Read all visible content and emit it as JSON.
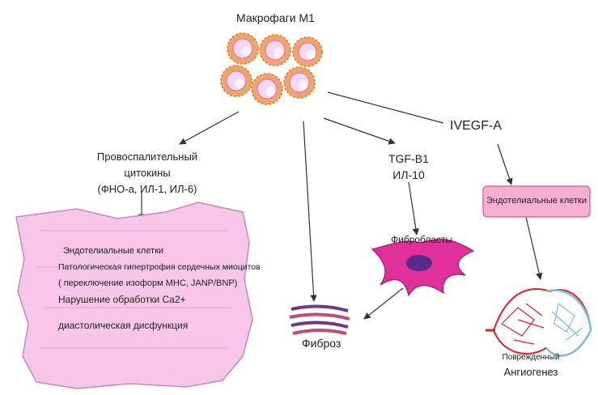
{
  "macrophages": {
    "title": "Макрофаги М1",
    "icon": "macrophage-cluster-icon",
    "cell_color": "#f4a36a",
    "nucleus_color": "#f6d6f0"
  },
  "cytokines": {
    "line1": "Провоспалительный",
    "line2": "цитокины",
    "line3": "(ФНО-а, ИЛ-1, ИЛ-6)"
  },
  "cardiomyocyte": {
    "color": "#f7c6e8",
    "lines": [
      "Эндотелиальные клетки",
      "Патологическая гипертрофия сердечных миоцитов",
      "( переключение изоформ MHC, JANP/BNP)",
      "Нарушение обработки Ca2+",
      "диастолическая дисфункция"
    ]
  },
  "tgf": {
    "line1": "TGF-B1",
    "line2": "ИЛ-10"
  },
  "fibroblasts": {
    "label": "Фибробласты",
    "color": "#e0309a",
    "nucleus_color": "#5a2a8a"
  },
  "fibrosis": {
    "label": "Фиброз",
    "icon": "collagen-fibers-icon"
  },
  "vegf": {
    "label": "IVEGF-A"
  },
  "endothelial_box": {
    "label": "Эндотелиальные клетки",
    "color": "#f7b0d0"
  },
  "angiogenesis": {
    "line1": "Поврежденный",
    "line2": "Ангиогенез",
    "icon": "vessel-network-icon",
    "arterial_color": "#e0202a",
    "venous_color": "#7ac0d0"
  }
}
